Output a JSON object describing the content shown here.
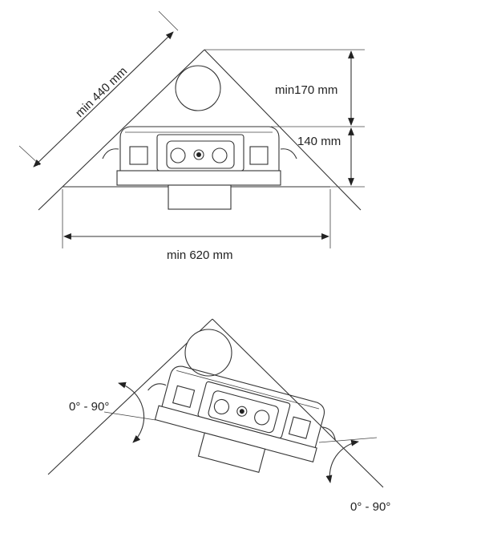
{
  "top_view": {
    "dim_diagonal": "min 440 mm",
    "dim_height_upper": "min170 mm",
    "dim_height_lower": "140 mm",
    "dim_width": "min 620 mm"
  },
  "bottom_view": {
    "angle_left": "0° - 90°",
    "angle_right": "0° - 90°"
  }
}
